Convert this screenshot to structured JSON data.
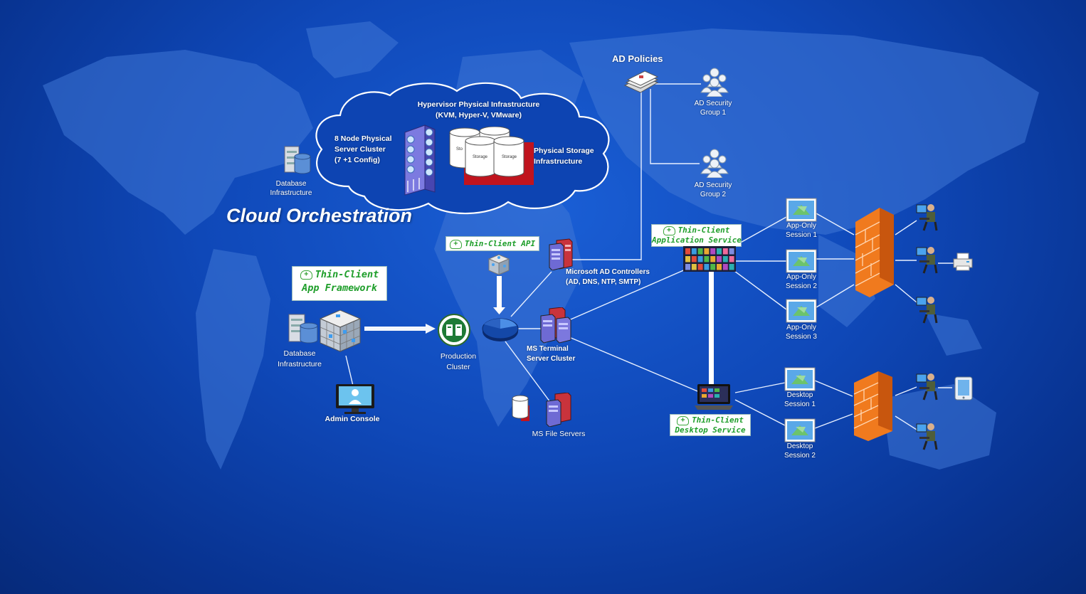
{
  "cloud": {
    "title": "Cloud Orchestration",
    "hypervisor_line1": "Hypervisor Physical Infrastructure",
    "hypervisor_line2": "(KVM, Hyper-V, VMware)",
    "cluster_line1": "8 Node Physical",
    "cluster_line2": "Server Cluster",
    "cluster_line3": "(7 +1 Config)",
    "storage_line1": "Physical Storage",
    "storage_line2": "Infrastructure",
    "disk_label": "Storage",
    "disk_label_cut": "Sto",
    "db_line1": "Database",
    "db_line2": "Infrastructure"
  },
  "ad_policies": {
    "title": "AD Policies",
    "group1_line1": "AD Security",
    "group1_line2": "Group 1",
    "group2_line1": "AD Security",
    "group2_line2": "Group 2"
  },
  "badges": {
    "api": "Thin-Client API",
    "framework_line1": "Thin-Client",
    "framework_line2": "App Framework",
    "app_service_line1": "Thin-Client",
    "app_service_line2": "Application Service",
    "desktop_service_line1": "Thin-Client",
    "desktop_service_line2": "Desktop Service"
  },
  "nodes": {
    "db_line1": "Database",
    "db_line2": "Infrastructure",
    "admin": "Admin Console",
    "production_line1": "Production",
    "production_line2": "Cluster",
    "ad_ctrl_line1": "Microsoft AD Controllers",
    "ad_ctrl_line2": "(AD, DNS, NTP, SMTP)",
    "terminal_line1": "MS Terminal",
    "terminal_line2": "Server Cluster",
    "file_servers": "MS File Servers"
  },
  "sessions": {
    "app1_line1": "App-Only",
    "app1_line2": "Session 1",
    "app2_line1": "App-Only",
    "app2_line2": "Session 2",
    "app3_line1": "App-Only",
    "app3_line2": "Session 3",
    "desk1_line1": "Desktop",
    "desk1_line2": "Session 1",
    "desk2_line1": "Desktop",
    "desk2_line2": "Session 2"
  },
  "colors": {
    "background": "#0f48b8",
    "land": "#3f77d6",
    "wire": "#e8f0ff",
    "badge_text": "#1e9e2a",
    "firewall": "#f07a1e",
    "storage_red": "#c0141e"
  }
}
